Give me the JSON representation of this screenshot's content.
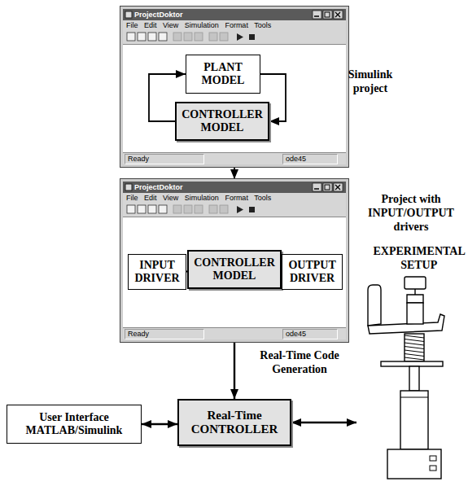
{
  "diagram": {
    "nodes": [
      {
        "text": [
          "ProjectDoktor",
          "File Edit View Simulation Format Tools",
          "Ready",
          "ode45"
        ]
      },
      {
        "text": [
          "PLANT MODEL"
        ],
        "in": 0
      },
      {
        "text": [
          "CONTROLLER MODEL"
        ],
        "in": 0
      },
      {
        "text": [
          "ProjectDoktor",
          "File Edit View Simulation Format Tools",
          "Ready",
          "ode45"
        ]
      },
      {
        "text": [
          "INPUT DRIVER"
        ],
        "in": 3
      },
      {
        "text": [
          "CONTROLLER MODEL"
        ],
        "in": 3
      },
      {
        "text": [
          "OUTPUT DRIVER"
        ],
        "in": 3
      },
      {
        "text": [
          "User Interface MATLAB/Simulink"
        ]
      },
      {
        "text": [
          "Real-Time CONTROLLER"
        ]
      },
      {
        "text": [
          "EXPERIMENTAL SETUP"
        ]
      }
    ],
    "edges": [
      {
        "from": 2,
        "to": 1,
        "arrow": "to"
      },
      {
        "from": 1,
        "to": 2,
        "arrow": "to"
      },
      {
        "from": 0,
        "to": 3,
        "arrow": "to"
      },
      {
        "from": 4,
        "to": 5,
        "arrow": "to"
      },
      {
        "from": 5,
        "to": 6,
        "arrow": "to"
      },
      {
        "from": 3,
        "to": 8,
        "label": "Real-Time Code Generation",
        "arrow": "to"
      },
      {
        "from": 7,
        "to": 8,
        "arrow": "both"
      },
      {
        "from": 8,
        "to": 9,
        "arrow": "both"
      }
    ],
    "labels": [
      "Simulink project",
      "Project with INPUT/OUTPUT drivers"
    ]
  }
}
